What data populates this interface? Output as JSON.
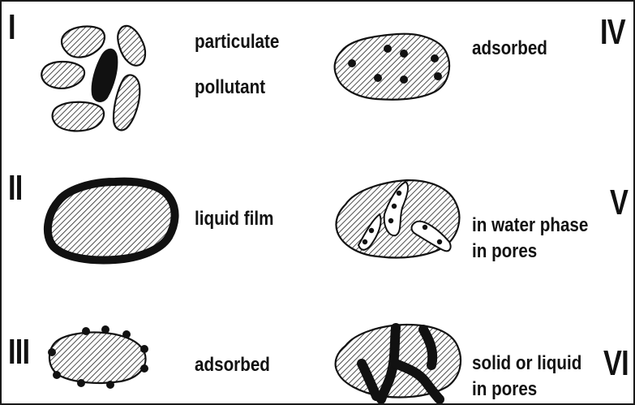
{
  "panels": [
    {
      "numeral": "I",
      "labels": [
        "particulate",
        "pollutant"
      ]
    },
    {
      "numeral": "II",
      "labels": [
        "liquid film"
      ]
    },
    {
      "numeral": "III",
      "labels": [
        "adsorbed"
      ]
    },
    {
      "numeral": "IV",
      "labels": [
        "adsorbed"
      ]
    },
    {
      "numeral": "V",
      "labels": [
        "in water phase",
        "in pores"
      ]
    },
    {
      "numeral": "VI",
      "labels": [
        "solid or liquid",
        "in pores"
      ]
    }
  ],
  "colors": {
    "ink": "#111111",
    "frame": "#1a1a1a",
    "background": "#ffffff"
  }
}
